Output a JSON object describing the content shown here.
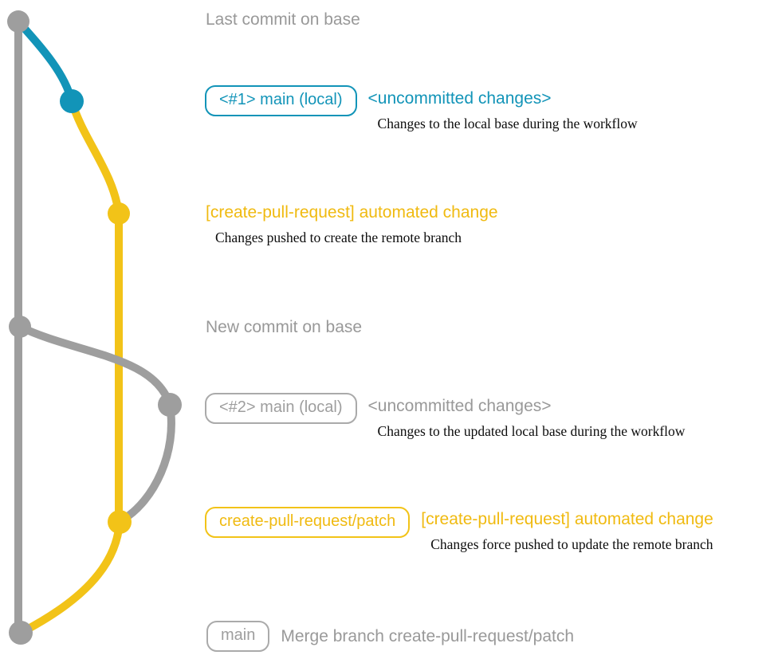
{
  "colors": {
    "gray": "#9e9e9e",
    "gray_text": "#999999",
    "blue": "#1294b8",
    "yellow": "#f2c318",
    "yellow_text": "#f0ba10",
    "desc_text": "#0c0c0c"
  },
  "annotations": {
    "last_commit_label": "Last commit on base",
    "new_commit_label": "New commit on base",
    "row_uncommitted_1": {
      "badge": "<#1> main (local)",
      "title": "<uncommitted changes>",
      "desc": "Changes to the local base during the workflow"
    },
    "row_automated_1": {
      "title": "[create-pull-request] automated change",
      "desc": "Changes pushed to create the remote branch"
    },
    "row_uncommitted_2": {
      "badge": "<#2> main (local)",
      "title": "<uncommitted changes>",
      "desc": "Changes to the updated local base during the workflow"
    },
    "row_automated_2": {
      "badge": "create-pull-request/patch",
      "title": "[create-pull-request] automated change",
      "desc": "Changes force pushed to update the remote branch"
    },
    "row_merge": {
      "badge": "main",
      "title": "Merge branch create-pull-request/patch"
    }
  }
}
